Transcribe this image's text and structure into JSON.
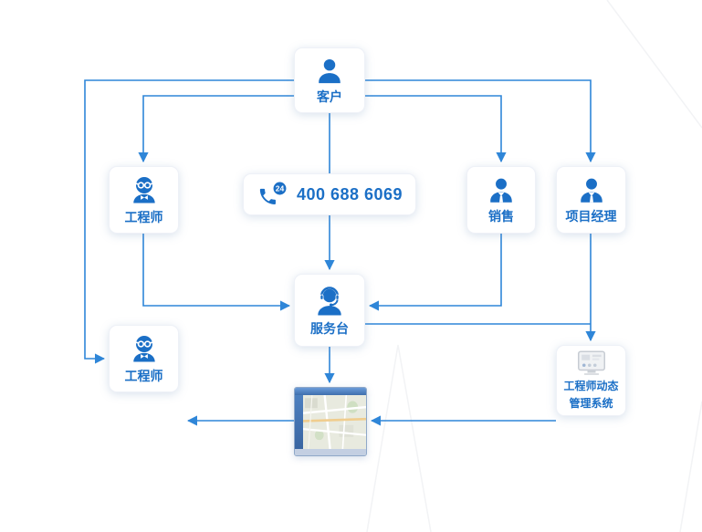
{
  "diagram": {
    "colors": {
      "primary": "#1b6fc6",
      "arrow": "#2f86d8"
    },
    "hotline": {
      "badge": "24",
      "number": "400 688 6069",
      "icon": "phone-24h-icon"
    },
    "nodes": {
      "customer": {
        "label": "客户",
        "icon": "person-icon"
      },
      "engineer_top": {
        "label": "工程师",
        "icon": "engineer-glasses-icon"
      },
      "sales": {
        "label": "销售",
        "icon": "person-tie-icon"
      },
      "project_manager": {
        "label": "项目经理",
        "icon": "person-tie-icon"
      },
      "service_desk": {
        "label": "服务台",
        "icon": "headset-agent-icon"
      },
      "engineer_bottom": {
        "label": "工程师",
        "icon": "engineer-glasses-icon"
      },
      "system": {
        "label_line1": "工程师动态",
        "label_line2": "管理系统",
        "icon": "dashboard-panel-icon"
      },
      "map": {
        "icon": "map-thumbnail"
      }
    }
  }
}
